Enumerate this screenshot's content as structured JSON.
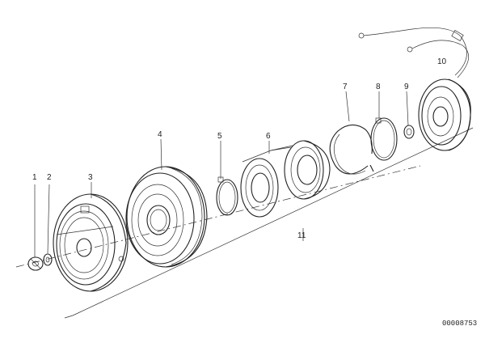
{
  "callouts": [
    "1",
    "2",
    "3",
    "4",
    "5",
    "6",
    "7",
    "8",
    "9",
    "10",
    "11"
  ],
  "drawing_number": "00008753"
}
